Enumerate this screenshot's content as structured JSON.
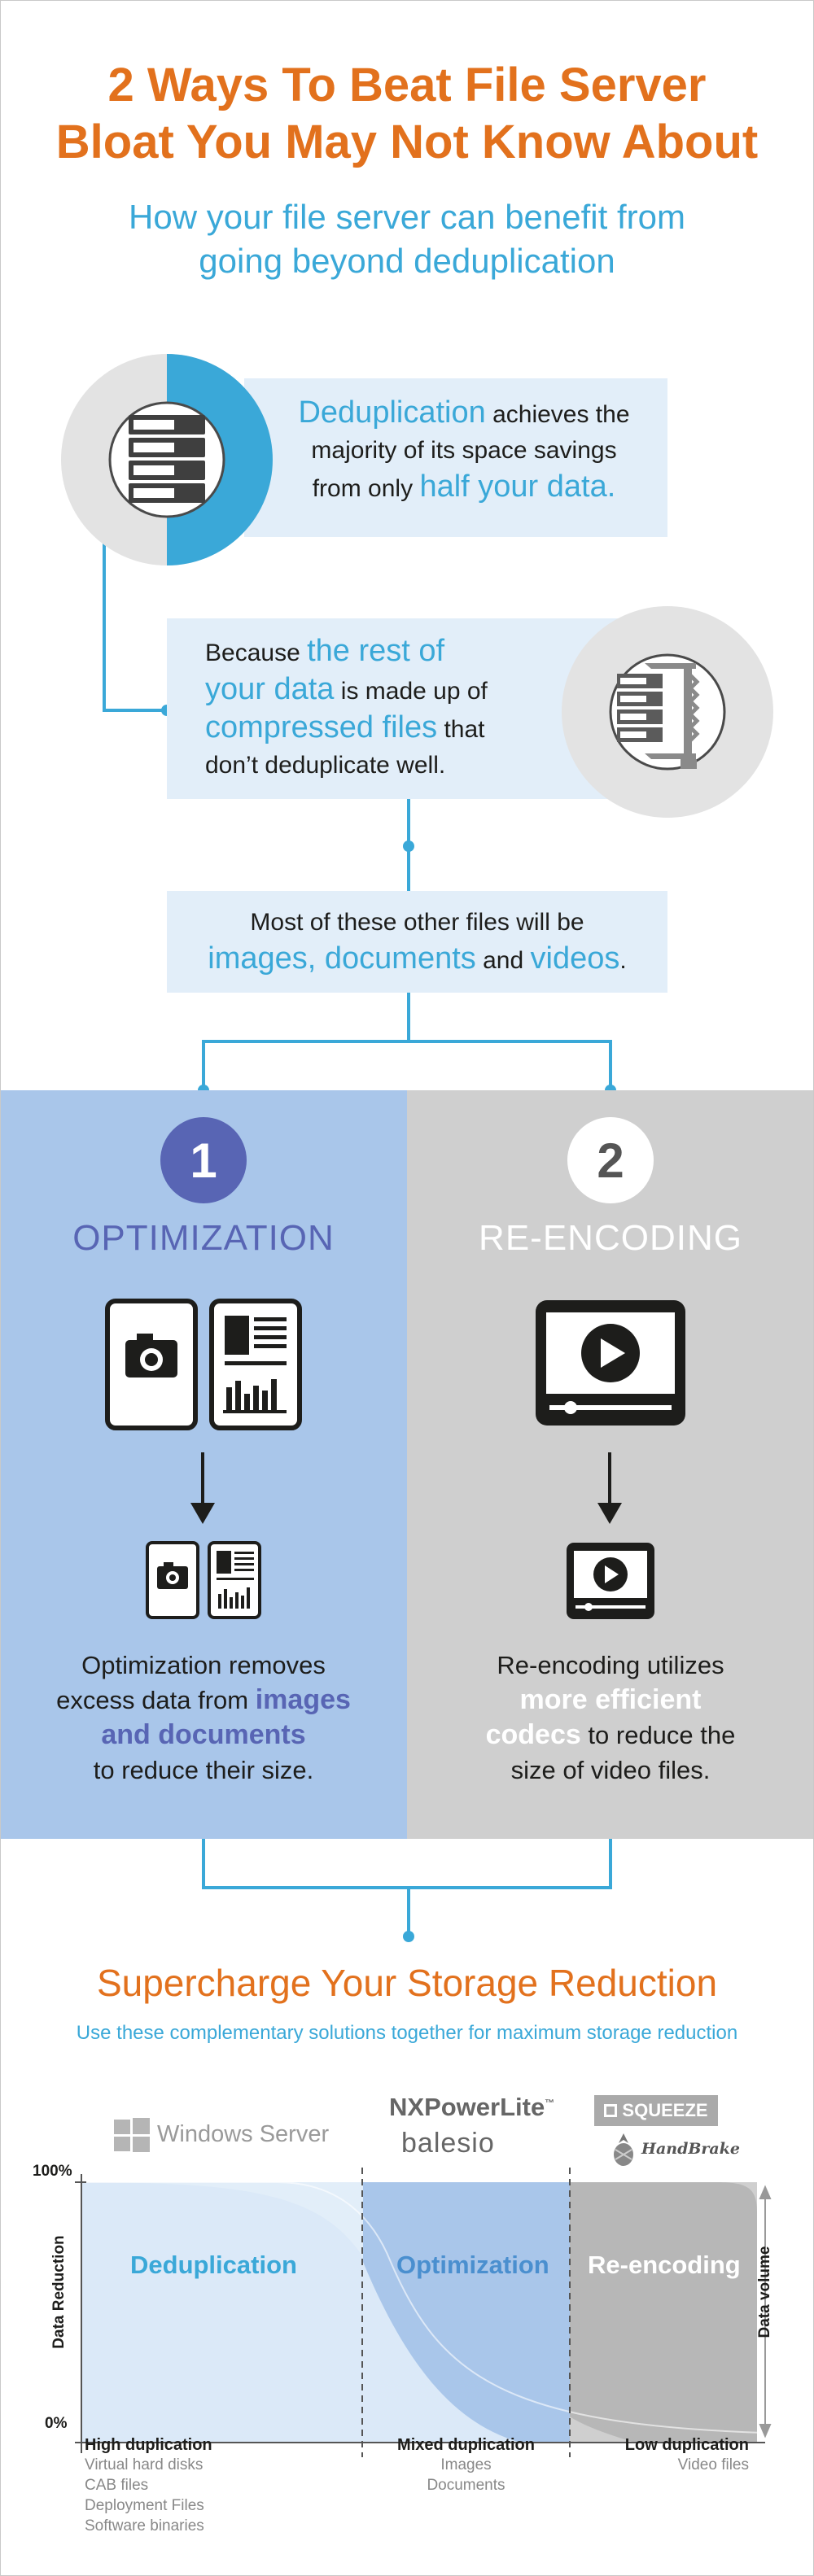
{
  "header": {
    "title_line1": "2 Ways To Beat File Server",
    "title_line2": "Bloat You May Not Know About",
    "subtitle_line1": "How your file server can benefit from",
    "subtitle_line2": "going beyond deduplication"
  },
  "dedup_box": {
    "hl1": "Deduplication",
    "t1": " achieves the",
    "t2": "majority of its space savings",
    "t3": "from only ",
    "hl2": "half your data."
  },
  "rest_box": {
    "t1": "Because ",
    "hl1": "the rest of",
    "hl2": "your data",
    "t2": " is made up of",
    "hl3": "compressed files",
    "t3": " that",
    "t4": "don’t deduplicate well."
  },
  "files_box": {
    "t1": "Most of these other files will be",
    "hl1": "images, documents",
    "t2": " and ",
    "hl2": "videos",
    "t3": "."
  },
  "optimization": {
    "number": "1",
    "title": "OPTIMIZATION",
    "t1": "Optimization removes",
    "t2": "excess data from ",
    "hl1": "images",
    "hl2": "and documents",
    "t3": "to reduce their size."
  },
  "reencoding": {
    "number": "2",
    "title": "RE-ENCODING",
    "t1": "Re-encoding utilizes",
    "hl1": "more efficient",
    "hl2": "codecs",
    "t2": " to reduce the",
    "t3": "size of video files."
  },
  "supercharge": {
    "title": "Supercharge Your Storage Reduction",
    "subtitle": "Use these complementary solutions together for maximum storage reduction"
  },
  "logos": {
    "windows": "Windows Server",
    "nxpower": "NXPowerLite",
    "tm": "™",
    "balesio": "balesio",
    "squeeze": "SQUEEZE",
    "handbrake": "HandBrake"
  },
  "chart": {
    "y_top": "100%",
    "y_bottom": "0%",
    "y_label": "Data Reduction",
    "right_label": "Data volume",
    "regions": [
      "Deduplication",
      "Optimization",
      "Re-encoding"
    ],
    "columns": [
      {
        "head": "High duplication",
        "items": [
          "Virtual hard disks",
          "CAB files",
          "Deployment Files",
          "Software binaries"
        ]
      },
      {
        "head": "Mixed duplication",
        "items": [
          "Images",
          "Documents"
        ]
      },
      {
        "head": "Low duplication",
        "items": [
          "Video files"
        ]
      }
    ]
  },
  "colors": {
    "orange": "#e2711d",
    "blue": "#3aa8d8",
    "panel_blue": "#a9c6ea",
    "panel_gray": "#cfcfcf",
    "light_box": "#e2eef9",
    "optimization_purple": "#5865b4"
  }
}
